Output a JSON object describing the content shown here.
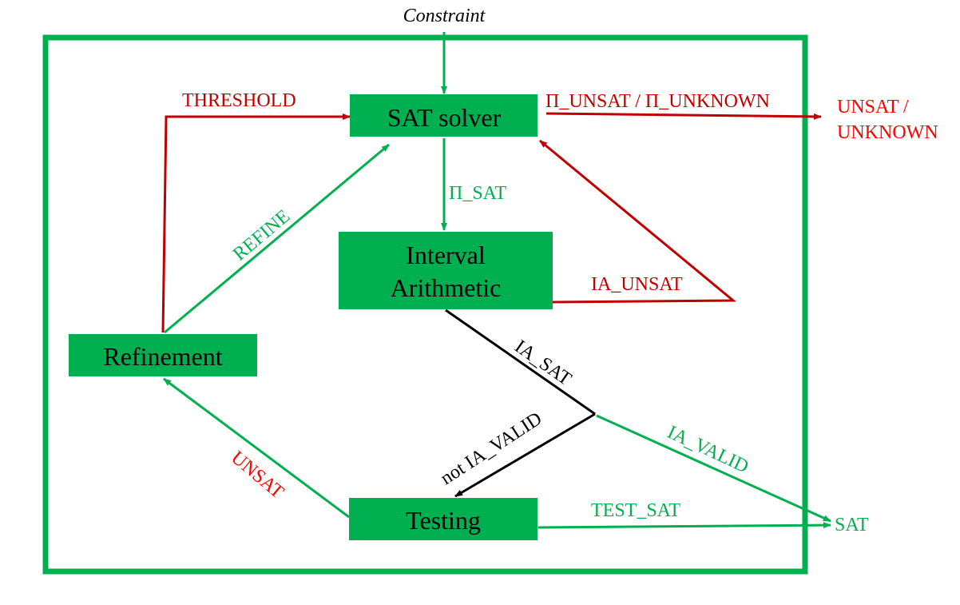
{
  "colors": {
    "green": "#00b050",
    "dark_red": "#c00000",
    "red": "#ff0000",
    "black": "#000000"
  },
  "nodes": {
    "sat_solver": "SAT solver",
    "interval_line1": "Interval",
    "interval_line2": "Arithmetic",
    "refinement": "Refinement",
    "testing": "Testing"
  },
  "labels": {
    "constraint": "Constraint",
    "threshold": "THRESHOLD",
    "pi_unsat_unknown": "Π_UNSAT / Π_UNKNOWN",
    "unsat_unknown_line1": "UNSAT /",
    "unsat_unknown_line2": "UNKNOWN",
    "pi_sat": "Π_SAT",
    "refine": "REFINE",
    "ia_unsat": "IA_UNSAT",
    "ia_sat": "IA_SAT",
    "not_ia_valid": "not IA_VALID",
    "ia_valid": "IA_VALID",
    "unsat": "UNSAT",
    "test_sat": "TEST_SAT",
    "sat": "SAT"
  }
}
